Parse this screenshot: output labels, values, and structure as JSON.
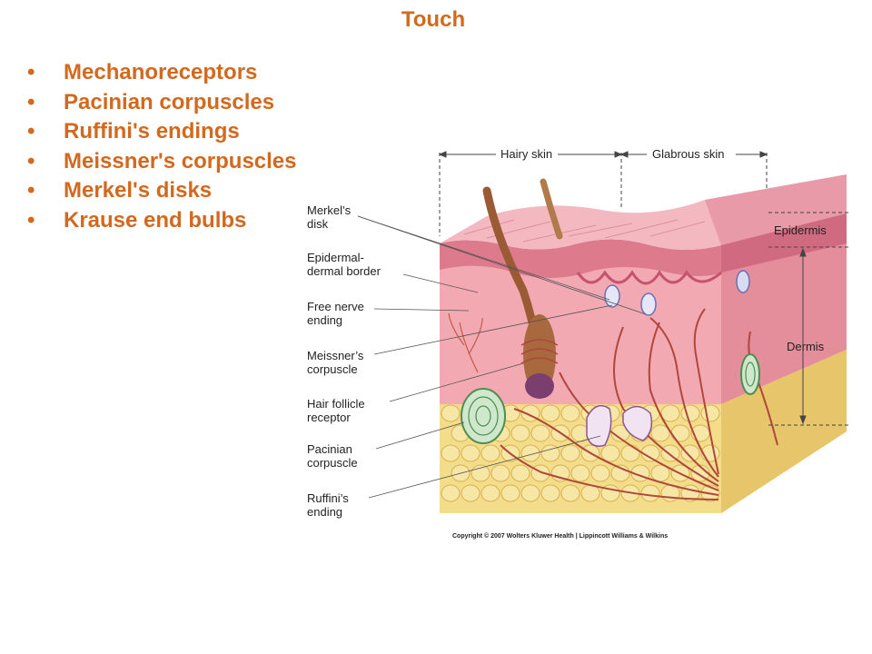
{
  "slide": {
    "title": "Touch",
    "bullets": [
      "Mechanoreceptors",
      "Pacinian corpuscles",
      "Ruffini's endings",
      "Meissner's corpuscles",
      "Merkel's disks",
      "Krause end bulbs"
    ],
    "bullet_marker": "•",
    "accent_color": "#d2691e"
  },
  "figure": {
    "top_labels": {
      "hairy": "Hairy skin",
      "glabrous": "Glabrous skin"
    },
    "right_labels": {
      "epidermis": "Epidermis",
      "dermis": "Dermis"
    },
    "left_labels": [
      {
        "line1": "Merkel’s",
        "line2": "disk"
      },
      {
        "line1": "Epidermal-",
        "line2": "dermal border"
      },
      {
        "line1": "Free nerve",
        "line2": "ending"
      },
      {
        "line1": "Meissner’s",
        "line2": "corpuscle"
      },
      {
        "line1": "Hair follicle",
        "line2": "receptor"
      },
      {
        "line1": "Pacinian",
        "line2": "corpuscle"
      },
      {
        "line1": "Ruffini’s",
        "line2": "ending"
      }
    ],
    "copyright": "Copyright © 2007 Wolters Kluwer Health | Lippincott Williams & Wilkins"
  }
}
